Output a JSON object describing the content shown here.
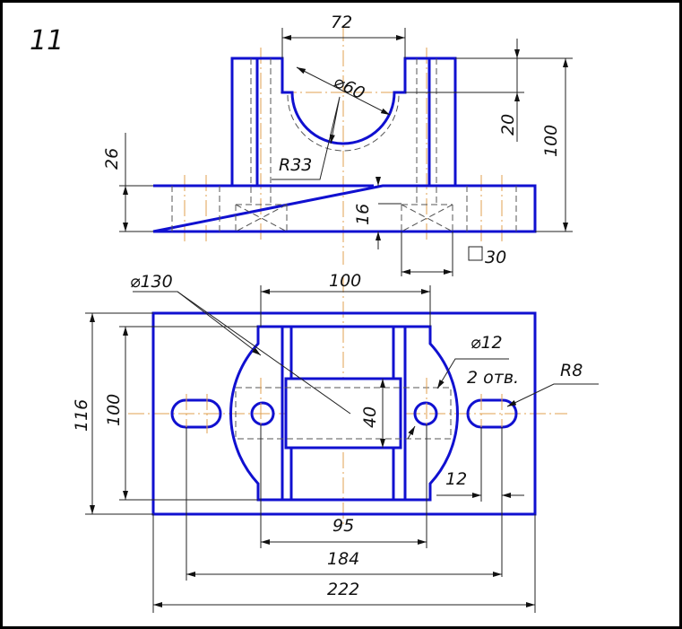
{
  "drawing": {
    "sheet_number": "11",
    "front_view": {
      "width_72": "72",
      "diameter_60": "⌀60",
      "radius_33": "R33",
      "height_20": "20",
      "height_100": "100",
      "height_26": "26",
      "height_16": "16",
      "square_30": "30"
    },
    "plan_view": {
      "diameter_130": "⌀130",
      "width_100": "100",
      "height_116": "116",
      "height_100": "100",
      "diameter_12": "⌀12",
      "holes_count": "2 отв.",
      "radius_8": "R8",
      "width_40": "40",
      "offset_12": "12",
      "width_95": "95",
      "width_184": "184",
      "width_222": "222"
    }
  }
}
